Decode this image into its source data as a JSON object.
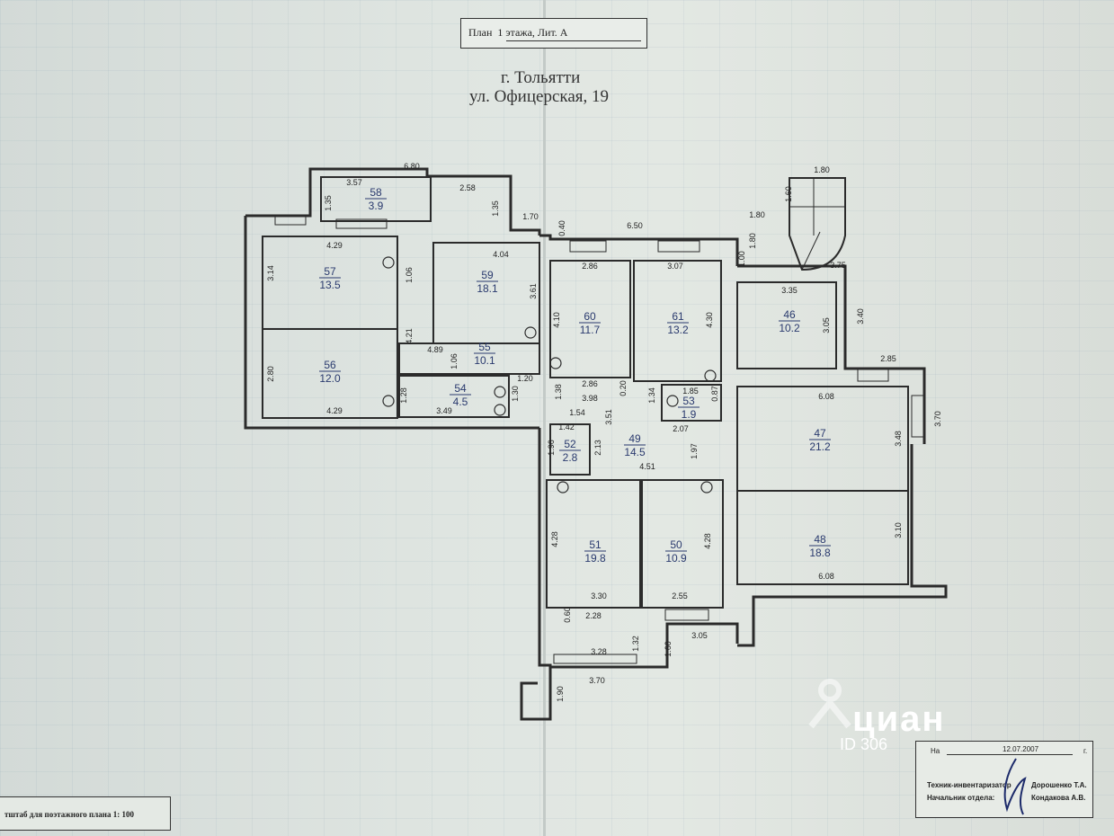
{
  "header": {
    "stamp_label": "План",
    "stamp_value": "1 этажа, Лит. А",
    "city": "г. Тольятти",
    "street": "ул. Офицерская, 19"
  },
  "rooms": [
    {
      "num": "58",
      "area": "3.9"
    },
    {
      "num": "57",
      "area": "13.5"
    },
    {
      "num": "59",
      "area": "18.1"
    },
    {
      "num": "56",
      "area": "12.0"
    },
    {
      "num": "55",
      "area": "10.1"
    },
    {
      "num": "54",
      "area": "4.5"
    },
    {
      "num": "60",
      "area": "11.7"
    },
    {
      "num": "61",
      "area": "13.2"
    },
    {
      "num": "46",
      "area": "10.2"
    },
    {
      "num": "53",
      "area": "1.9"
    },
    {
      "num": "49",
      "area": "14.5"
    },
    {
      "num": "52",
      "area": "2.8"
    },
    {
      "num": "47",
      "area": "21.2"
    },
    {
      "num": "51",
      "area": "19.8"
    },
    {
      "num": "50",
      "area": "10.9"
    },
    {
      "num": "48",
      "area": "18.8"
    }
  ],
  "dimensions": [
    "6.80",
    "3.57",
    "2.58",
    "1.35",
    "1.35",
    "1.70",
    "0.40",
    "6.50",
    "1.80",
    "1.60",
    "1.80",
    "1.80",
    "1.00",
    "3.75",
    "4.29",
    "4.04",
    "1.06",
    "3.14",
    "3.61",
    "2.86",
    "3.07",
    "4.10",
    "4.30",
    "3.35",
    "3.05",
    "3.40",
    "4.21",
    "4.89",
    "1.06",
    "2.80",
    "1.20",
    "2.86",
    "1.38",
    "3.98",
    "0.20",
    "1.34",
    "1.85",
    "0.87",
    "2.85",
    "1.28",
    "1.30",
    "4.29",
    "3.49",
    "1.54",
    "3.51",
    "2.07",
    "6.08",
    "3.70",
    "1.42",
    "1.96",
    "2.13",
    "1.97",
    "3.48",
    "4.51",
    "4.28",
    "4.28",
    "3.10",
    "3.30",
    "2.55",
    "6.08",
    "0.60",
    "2.28",
    "1.32",
    "1.60",
    "3.05",
    "3.28",
    "3.70",
    "1.90"
  ],
  "scale": {
    "text": "тштаб для поэтажного плана 1: 100"
  },
  "signature_block": {
    "na_label": "На",
    "date": "12.07.2007",
    "year_suffix": "г.",
    "technician_label": "Техник-инвентаризатор",
    "technician_name": "Дорошенко Т.А.",
    "head_label": "Начальник отдела:",
    "head_name": "Кондакова А.В."
  },
  "watermark": {
    "brand": "циан",
    "id": "ID 306"
  },
  "colors": {
    "wall": "#2b2b2b",
    "room_text": "#2a3a6e",
    "paper": "#dfe5e1"
  }
}
